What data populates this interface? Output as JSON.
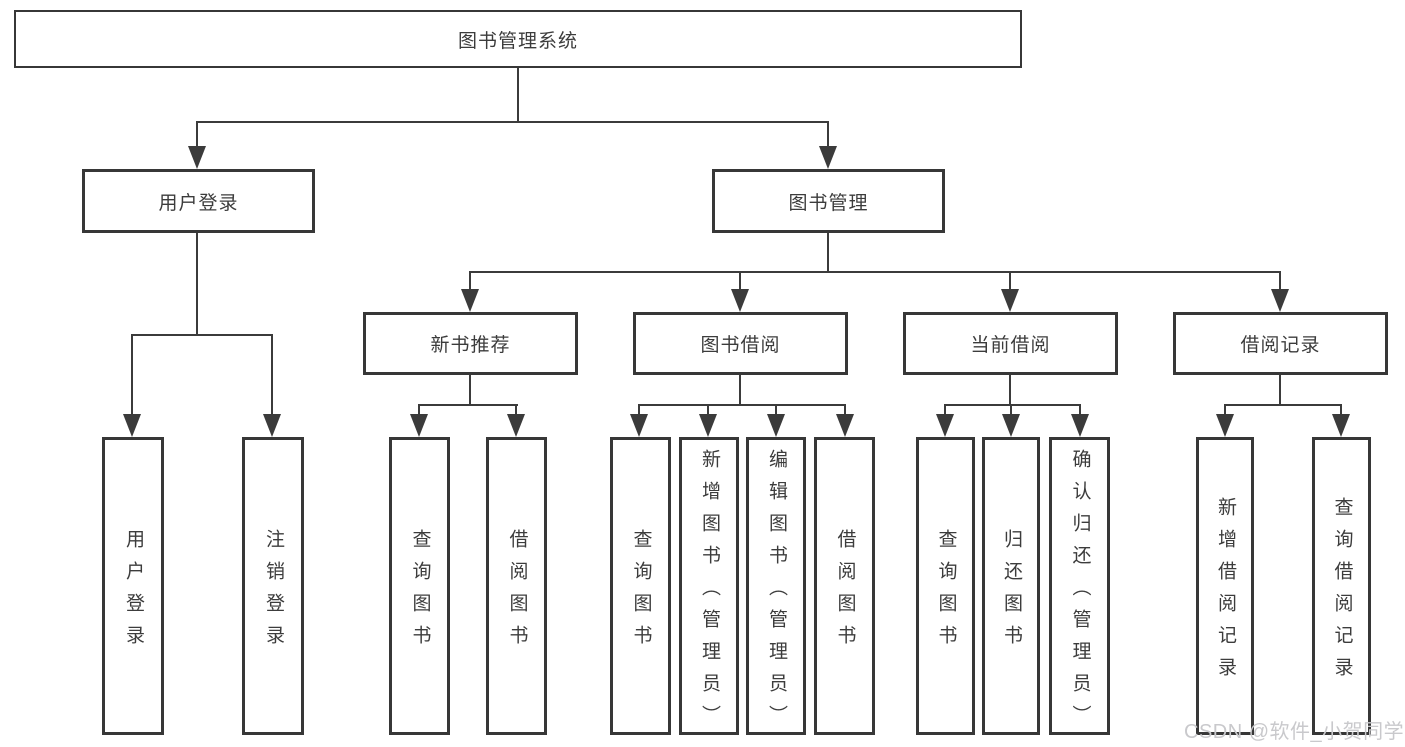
{
  "tree": {
    "root": "图书管理系统",
    "branches": [
      {
        "label": "用户登录",
        "children": [
          "用户登录",
          "注销登录"
        ]
      },
      {
        "label": "图书管理",
        "children": [
          {
            "label": "新书推荐",
            "children": [
              "查询图书",
              "借阅图书"
            ]
          },
          {
            "label": "图书借阅",
            "children": [
              "查询图书",
              "新增图书（管理员）",
              "编辑图书（管理员）",
              "借阅图书"
            ]
          },
          {
            "label": "当前借阅",
            "children": [
              "查询图书",
              "归还图书",
              "确认归还（管理员）"
            ]
          },
          {
            "label": "借阅记录",
            "children": [
              "新增借阅记录",
              "查询借阅记录"
            ]
          }
        ]
      }
    ]
  },
  "watermark": {
    "text": "CSDN @软件_小贺同学"
  },
  "colors": {
    "line": "#3b3b3b",
    "node_border": "#373737",
    "text": "#3c3c3c",
    "watermark": "#c9c9cc",
    "background": "#ffffff"
  }
}
